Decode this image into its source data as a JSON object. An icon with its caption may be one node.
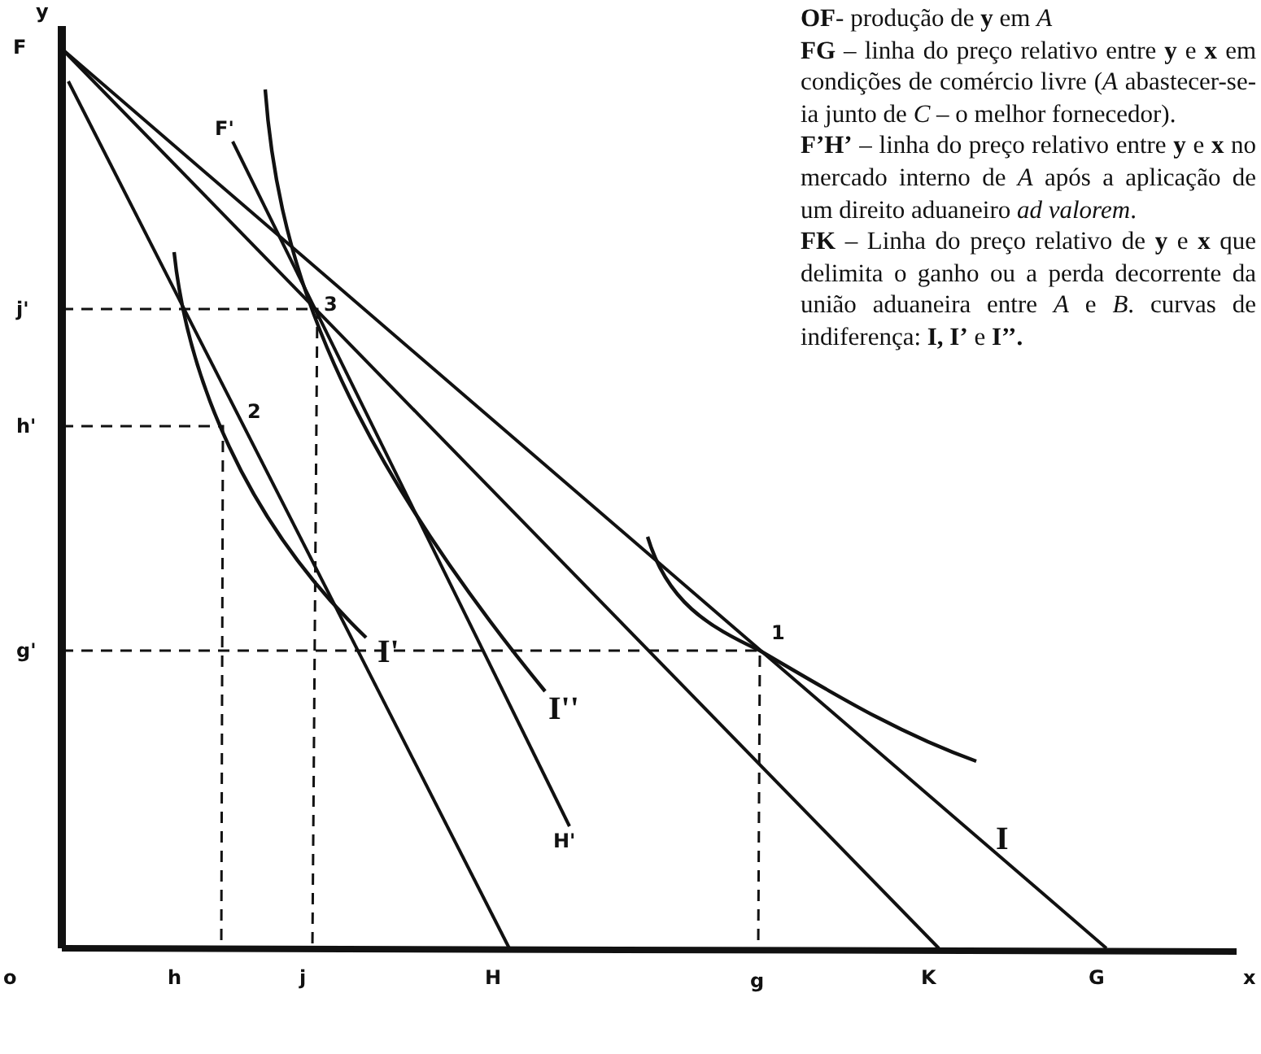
{
  "diagram": {
    "labels": [
      "y",
      "F",
      "F'",
      "j'",
      "3",
      "h'",
      "2",
      "g'",
      "I'",
      "1",
      "I''",
      "H'",
      "I",
      "o",
      "h",
      "j",
      "H",
      "g",
      "K",
      "G",
      "x",
      "**OF**- produção de **y** em *A*",
      "**FG** – linha do preço relativo entre **y** e **x** em condições de comércio livre (*A* abastecer-se-ia junto de *C* – o melhor fornecedor).",
      "**F’H’** – linha do preço relativo entre **y** e **x** no mercado interno de *A* após a aplicação de um direito aduaneiro *ad valorem*.",
      "**FK** – Linha do preço relativo de **y** e **x** que delimita o ganho ou a perda decorrente da união aduaneira entre *A* e *B*. curvas de indiferença: **I, I’** e **I’’.**"
    ]
  }
}
